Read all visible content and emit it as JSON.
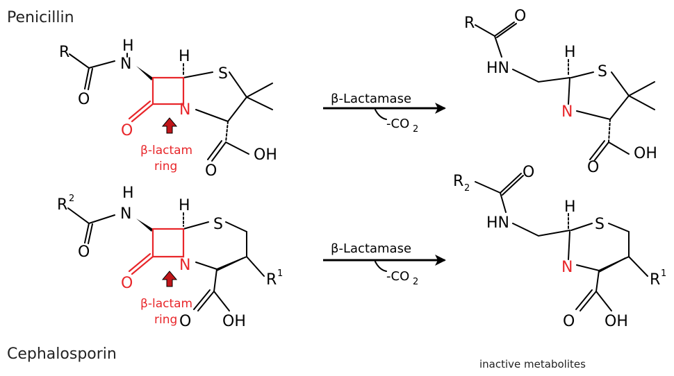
{
  "titles": {
    "penicillin": "Penicillin",
    "cephalosporin": "Cephalosporin",
    "inactive": "inactive metabolites"
  },
  "enzyme": {
    "name": "β-Lactamase",
    "byproduct": "-CO",
    "byproduct_sub": "2"
  },
  "ring_note": {
    "line1": "β-lactam",
    "line2": "ring"
  },
  "atoms": {
    "R": "R",
    "R2_label": "R",
    "sup2": "2",
    "sub2": "2",
    "sup1": "1",
    "H": "H",
    "N": "N",
    "HN": "HN",
    "S": "S",
    "O": "O",
    "OH": "OH"
  },
  "colors": {
    "beta_lactam": "#e8262a",
    "bonds": "#000000"
  }
}
